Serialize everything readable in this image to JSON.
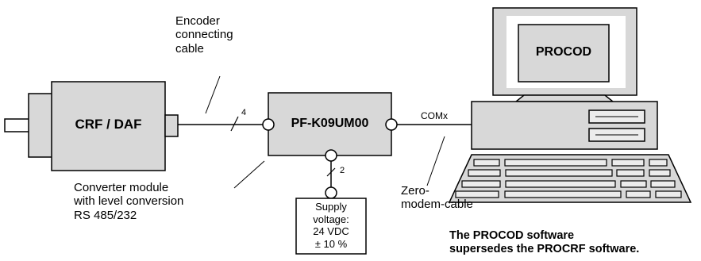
{
  "encoder": {
    "label": "CRF / DAF"
  },
  "converter": {
    "label": "PF-K09UM00"
  },
  "monitor": {
    "label": "PROCOD"
  },
  "labels": {
    "encoder_cable": [
      "Encoder",
      "connecting",
      "cable"
    ],
    "converter_module": [
      "Converter module",
      "with level conversion",
      "RS 485/232"
    ],
    "zero_modem": [
      "Zero-",
      "modem-cable"
    ],
    "comx": "COMx",
    "wires_4": "4",
    "wires_2": "2"
  },
  "supply": {
    "lines": [
      "Supply",
      "voltage:",
      "24 VDC",
      "± 10 %"
    ]
  },
  "note": [
    "The PROCOD software",
    "supersedes the PROCRF software."
  ],
  "colors": {
    "ink": "#000000",
    "device_fill": "#d8d8d8",
    "panel_fill": "#ececec",
    "background": "#ffffff"
  }
}
